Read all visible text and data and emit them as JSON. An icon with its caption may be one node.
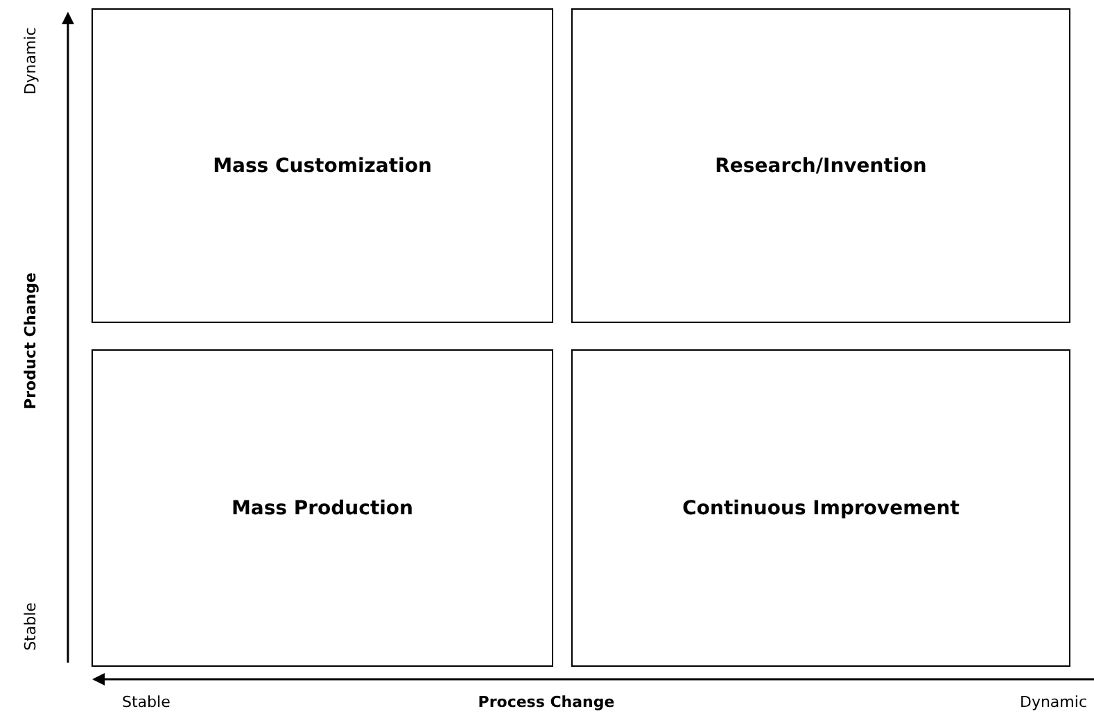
{
  "diagram": {
    "nodes": [
      {
        "text": [
          "Mass Customization"
        ]
      },
      {
        "text": [
          "Research/Invention"
        ]
      },
      {
        "text": [
          "Mass Production"
        ]
      },
      {
        "text": [
          "Continuous Improvement"
        ]
      }
    ],
    "edges": [],
    "labels": [
      "Dynamic",
      "Product Change",
      "Stable",
      "Stable",
      "Process Change",
      "Dynamic"
    ]
  }
}
